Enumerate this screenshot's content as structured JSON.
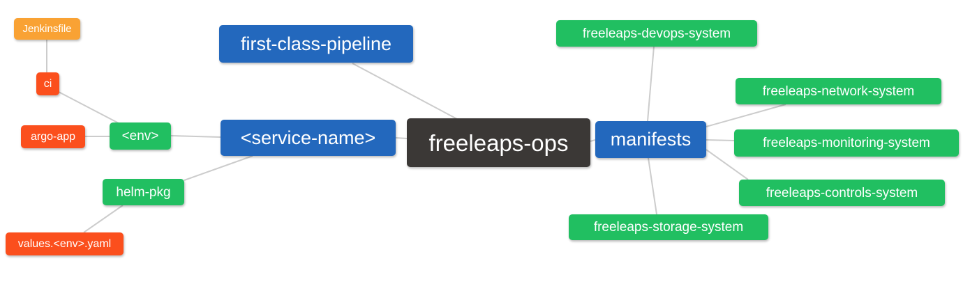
{
  "diagram": {
    "title": "freeleaps-ops repository structure mind map",
    "background_color": "#ffffff",
    "edge_color": "#cccccc",
    "colors": {
      "orange": "#f9a234",
      "red": "#fb4f1d",
      "green": "#21bf61",
      "blue": "#2368bd",
      "dark": "#3b3836",
      "node_text": "#ffffff"
    },
    "nodes": {
      "jenkinsfile": {
        "label": "Jenkinsfile",
        "color": "orange"
      },
      "ci": {
        "label": "ci",
        "color": "red"
      },
      "argo_app": {
        "label": "argo-app",
        "color": "red"
      },
      "env": {
        "label": "<env>",
        "color": "green"
      },
      "first_class_pipeline": {
        "label": "first-class-pipeline",
        "color": "blue"
      },
      "service_name": {
        "label": "<service-name>",
        "color": "blue"
      },
      "freeleaps_ops": {
        "label": "freeleaps-ops",
        "color": "dark"
      },
      "manifests": {
        "label": "manifests",
        "color": "blue"
      },
      "devops_system": {
        "label": "freeleaps-devops-system",
        "color": "green"
      },
      "network_system": {
        "label": "freeleaps-network-system",
        "color": "green"
      },
      "monitoring_system": {
        "label": "freeleaps-monitoring-system",
        "color": "green"
      },
      "controls_system": {
        "label": "freeleaps-controls-system",
        "color": "green"
      },
      "storage_system": {
        "label": "freeleaps-storage-system",
        "color": "green"
      },
      "helm_pkg": {
        "label": "helm-pkg",
        "color": "green"
      },
      "values_env_yaml": {
        "label": "values.<env>.yaml",
        "color": "red"
      }
    },
    "edges": [
      {
        "from": "jenkinsfile",
        "to": "ci"
      },
      {
        "from": "ci",
        "to": "env"
      },
      {
        "from": "argo_app",
        "to": "env"
      },
      {
        "from": "env",
        "to": "service_name"
      },
      {
        "from": "service_name",
        "to": "helm_pkg"
      },
      {
        "from": "helm_pkg",
        "to": "values_env_yaml"
      },
      {
        "from": "first_class_pipeline",
        "to": "freeleaps_ops"
      },
      {
        "from": "service_name",
        "to": "freeleaps_ops"
      },
      {
        "from": "freeleaps_ops",
        "to": "manifests"
      },
      {
        "from": "manifests",
        "to": "devops_system"
      },
      {
        "from": "manifests",
        "to": "network_system"
      },
      {
        "from": "manifests",
        "to": "monitoring_system"
      },
      {
        "from": "manifests",
        "to": "controls_system"
      },
      {
        "from": "manifests",
        "to": "storage_system"
      }
    ]
  }
}
